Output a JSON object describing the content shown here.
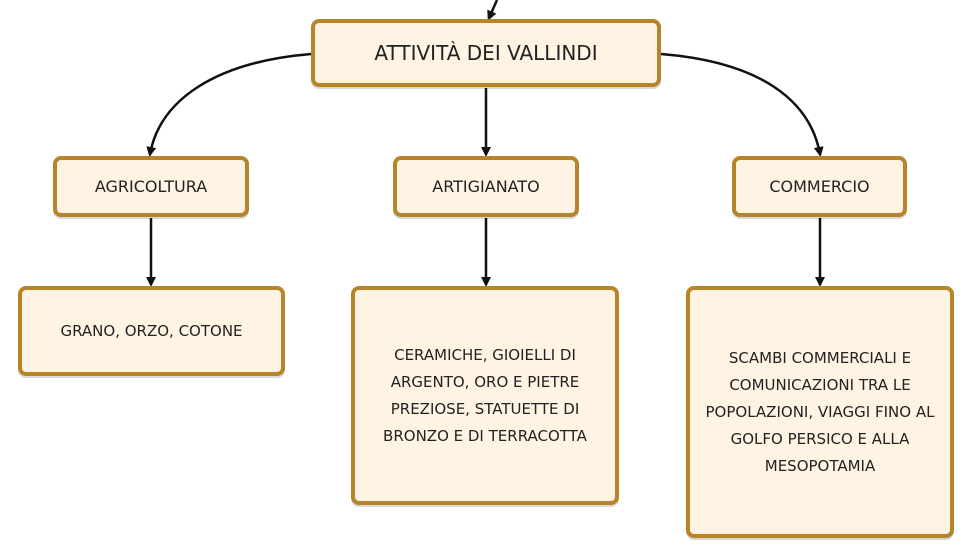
{
  "diagram": {
    "root": {
      "label": "ATTIVITÀ DEI VALLINDI"
    },
    "categories": [
      {
        "label": "AGRICOLTURA",
        "detail": "GRANO, ORZO, COTONE"
      },
      {
        "label": "ARTIGIANATO",
        "detail": "CERAMICHE, GIOIELLI DI ARGENTO, ORO E PIETRE PREZIOSE, STATUETTE DI BRONZO E DI TERRACOTTA"
      },
      {
        "label": "COMMERCIO",
        "detail": "SCAMBI COMMERCIALI E COMUNICAZIONI TRA LE POPOLAZIONI, VIAGGI FINO AL GOLFO PERSICO E ALLA MESOPOTAMIA"
      }
    ]
  },
  "colors": {
    "node_border": "#b6852a",
    "node_fill": "#fff3e3",
    "arrow": "#111111"
  }
}
